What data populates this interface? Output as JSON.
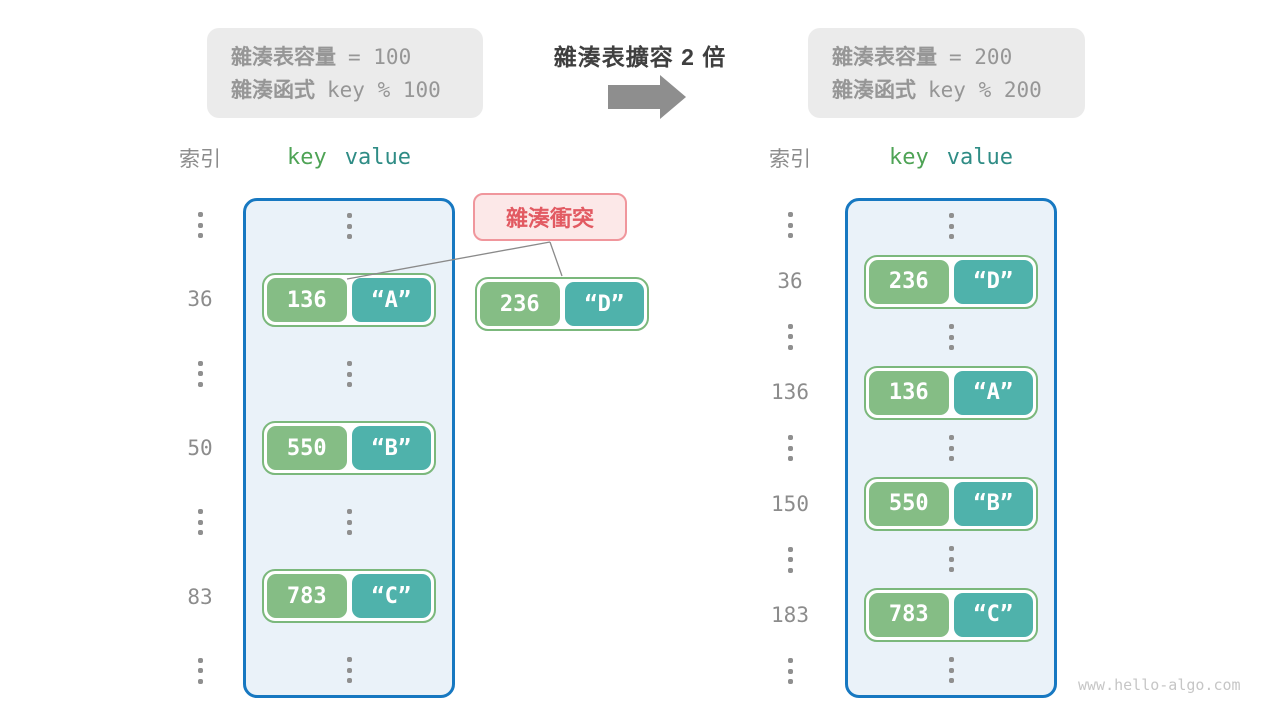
{
  "title": "雜湊表擴容 2 倍",
  "watermark": "www.hello-algo.com",
  "info_left": {
    "capacity_label": "雜湊表容量",
    "capacity_value": "= 100",
    "function_label": "雜湊函式",
    "function_value": "key % 100"
  },
  "info_right": {
    "capacity_label": "雜湊表容量",
    "capacity_value": "= 200",
    "function_label": "雜湊函式",
    "function_value": "key % 200"
  },
  "collision": {
    "label": "雜湊衝突",
    "entry": {
      "key": "236",
      "value": "“D”"
    }
  },
  "left_table": {
    "headers": {
      "index": "索引",
      "key": "key",
      "value": "value"
    },
    "rows": [
      {
        "type": "dots"
      },
      {
        "type": "entry",
        "index": "36",
        "key": "136",
        "value": "“A”"
      },
      {
        "type": "dots"
      },
      {
        "type": "entry",
        "index": "50",
        "key": "550",
        "value": "“B”"
      },
      {
        "type": "dots"
      },
      {
        "type": "entry",
        "index": "83",
        "key": "783",
        "value": "“C”"
      },
      {
        "type": "dots"
      }
    ]
  },
  "right_table": {
    "headers": {
      "index": "索引",
      "key": "key",
      "value": "value"
    },
    "rows": [
      {
        "type": "dots"
      },
      {
        "type": "entry",
        "index": "36",
        "key": "236",
        "value": "“D”"
      },
      {
        "type": "dots"
      },
      {
        "type": "entry",
        "index": "136",
        "key": "136",
        "value": "“A”"
      },
      {
        "type": "dots"
      },
      {
        "type": "entry",
        "index": "150",
        "key": "550",
        "value": "“B”"
      },
      {
        "type": "dots"
      },
      {
        "type": "entry",
        "index": "183",
        "key": "783",
        "value": "“C”"
      },
      {
        "type": "dots"
      }
    ]
  },
  "colors": {
    "blue_border": "#1778C1",
    "table_bg": "#EAF2F9",
    "key_green": "#85BD85",
    "value_teal": "#4FB2AB",
    "pill_border": "#7BB87C",
    "collision_bg": "#FCE8E8",
    "collision_border": "#F0969C",
    "collision_text": "#E25A62",
    "gray_text": "#8C8C8C",
    "dots_gray": "#8F8F8F",
    "info_bg": "#EBEBEB",
    "info_text": "#969696",
    "title_text": "#3F3F3F",
    "arrow_gray": "#8E8E8E",
    "header_key": "#4EA355",
    "header_value": "#2F8C85",
    "connector": "#8A8A8A",
    "watermark": "#C6C6C6"
  }
}
